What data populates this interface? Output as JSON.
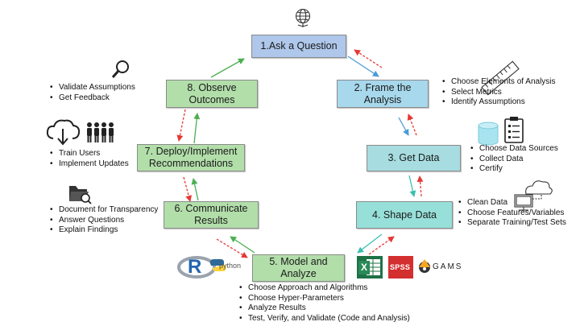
{
  "steps": {
    "s1": {
      "label": "1.Ask a Question"
    },
    "s2": {
      "label": "2. Frame the Analysis"
    },
    "s3": {
      "label": "3. Get Data"
    },
    "s4": {
      "label": "4. Shape Data"
    },
    "s5": {
      "label": "5. Model and Analyze"
    },
    "s6": {
      "label": "6. Communicate Results"
    },
    "s7": {
      "label": "7. Deploy/Implement Recommendations"
    },
    "s8": {
      "label": "8. Observe Outcomes"
    }
  },
  "bullets": {
    "frame": [
      "Choose Elements of Analysis",
      "Select Metrics",
      "Identify Assumptions"
    ],
    "getdata": [
      "Choose Data Sources",
      "Collect Data",
      "Certify"
    ],
    "shape": [
      "Clean Data",
      "Choose Features/Variables",
      "Separate Training/Test Sets"
    ],
    "model": [
      "Choose Approach and Algorithms",
      "Choose Hyper-Parameters",
      "Analyze Results",
      "Test, Verify, and Validate (Code and Analysis)"
    ],
    "communicate": [
      "Document for Transparency",
      "Answer Questions",
      "Explain Findings"
    ],
    "deploy": [
      "Train Users",
      "Implement Updates"
    ],
    "observe": [
      "Validate Assumptions",
      "Get Feedback"
    ]
  },
  "logos": {
    "r": "R",
    "python": "python",
    "excel": "X",
    "spss": "SPSS",
    "gams": "GAMS"
  },
  "colors": {
    "blue_fill": "#aec7ea",
    "cyan_fill": "#a7dde0",
    "teal_fill": "#97e0d9",
    "green_fill": "#b2deaa",
    "forward_arrow": "#4caf50",
    "return_arrow": "#e53935",
    "blue_arrow": "#4a9bd6"
  },
  "icons": [
    "globe-icon",
    "ruler-icon",
    "database-icon",
    "clipboard-icon",
    "cloud-computer-icon",
    "excel-icon",
    "spss-icon",
    "gams-icon",
    "r-python-icon",
    "folder-search-icon",
    "cloud-download-icon",
    "people-icon",
    "magnifier-icon"
  ]
}
